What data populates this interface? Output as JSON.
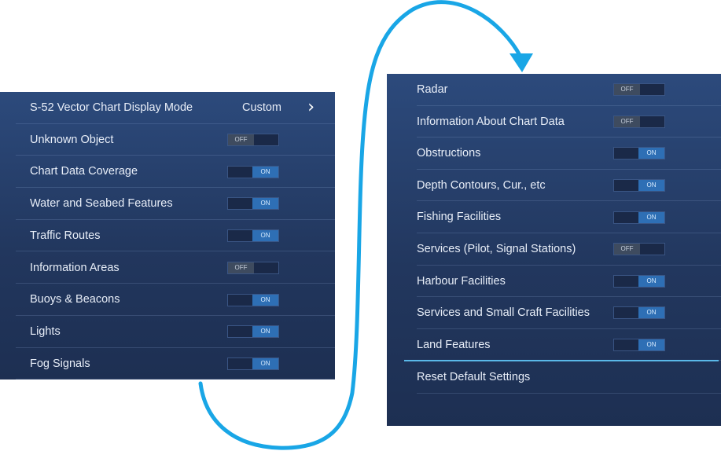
{
  "accent_color": "#19a6e6",
  "left_panel": {
    "rows": [
      {
        "label": "S-52 Vector Chart Display Mode",
        "value": "Custom",
        "icon": "chevron-right-icon"
      },
      {
        "label": "Unknown Object",
        "toggle": "OFF"
      },
      {
        "label": "Chart Data Coverage",
        "toggle": "ON"
      },
      {
        "label": "Water and Seabed Features",
        "toggle": "ON"
      },
      {
        "label": "Traffic Routes",
        "toggle": "ON"
      },
      {
        "label": "Information Areas",
        "toggle": "OFF"
      },
      {
        "label": "Buoys & Beacons",
        "toggle": "ON"
      },
      {
        "label": "Lights",
        "toggle": "ON"
      },
      {
        "label": "Fog Signals",
        "toggle": "ON"
      }
    ]
  },
  "right_panel": {
    "rows": [
      {
        "label": "Radar",
        "toggle": "OFF"
      },
      {
        "label": "Information About Chart Data",
        "toggle": "OFF"
      },
      {
        "label": "Obstructions",
        "toggle": "ON"
      },
      {
        "label": "Depth Contours, Cur., etc",
        "toggle": "ON"
      },
      {
        "label": "Fishing Facilities",
        "toggle": "ON"
      },
      {
        "label": "Services (Pilot, Signal Stations)",
        "toggle": "OFF"
      },
      {
        "label": "Harbour Facilities",
        "toggle": "ON"
      },
      {
        "label": "Services and Small Craft Facilities",
        "toggle": "ON"
      },
      {
        "label": "Land Features",
        "toggle": "ON"
      }
    ],
    "reset_label": "Reset Default Settings"
  }
}
